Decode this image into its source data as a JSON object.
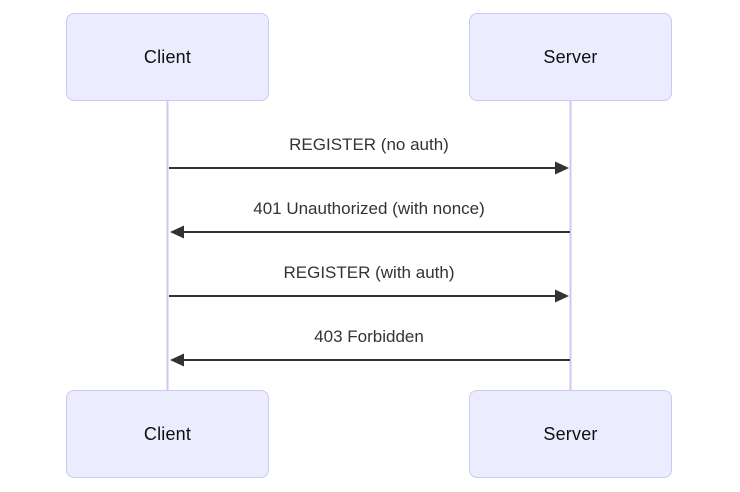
{
  "diagram": {
    "type": "sequence",
    "actors": [
      {
        "id": "client",
        "label": "Client"
      },
      {
        "id": "server",
        "label": "Server"
      }
    ],
    "messages": [
      {
        "from": "Client",
        "to": "Server",
        "label": "REGISTER (no auth)",
        "arrow": "solid-right"
      },
      {
        "from": "Server",
        "to": "Client",
        "label": "401 Unauthorized (with nonce)",
        "arrow": "solid-left"
      },
      {
        "from": "Client",
        "to": "Server",
        "label": "REGISTER (with auth)",
        "arrow": "solid-right"
      },
      {
        "from": "Server",
        "to": "Client",
        "label": "403 Forbidden",
        "arrow": "solid-left"
      }
    ],
    "colors": {
      "background": "#FFFFFF",
      "actor_fill": "#ECECFF",
      "actor_border": "#CFC7F2",
      "actor_text": "#0F0F0F",
      "lifeline": "#CFC7F2",
      "arrow": "#333333",
      "message_text": "#333333"
    }
  }
}
